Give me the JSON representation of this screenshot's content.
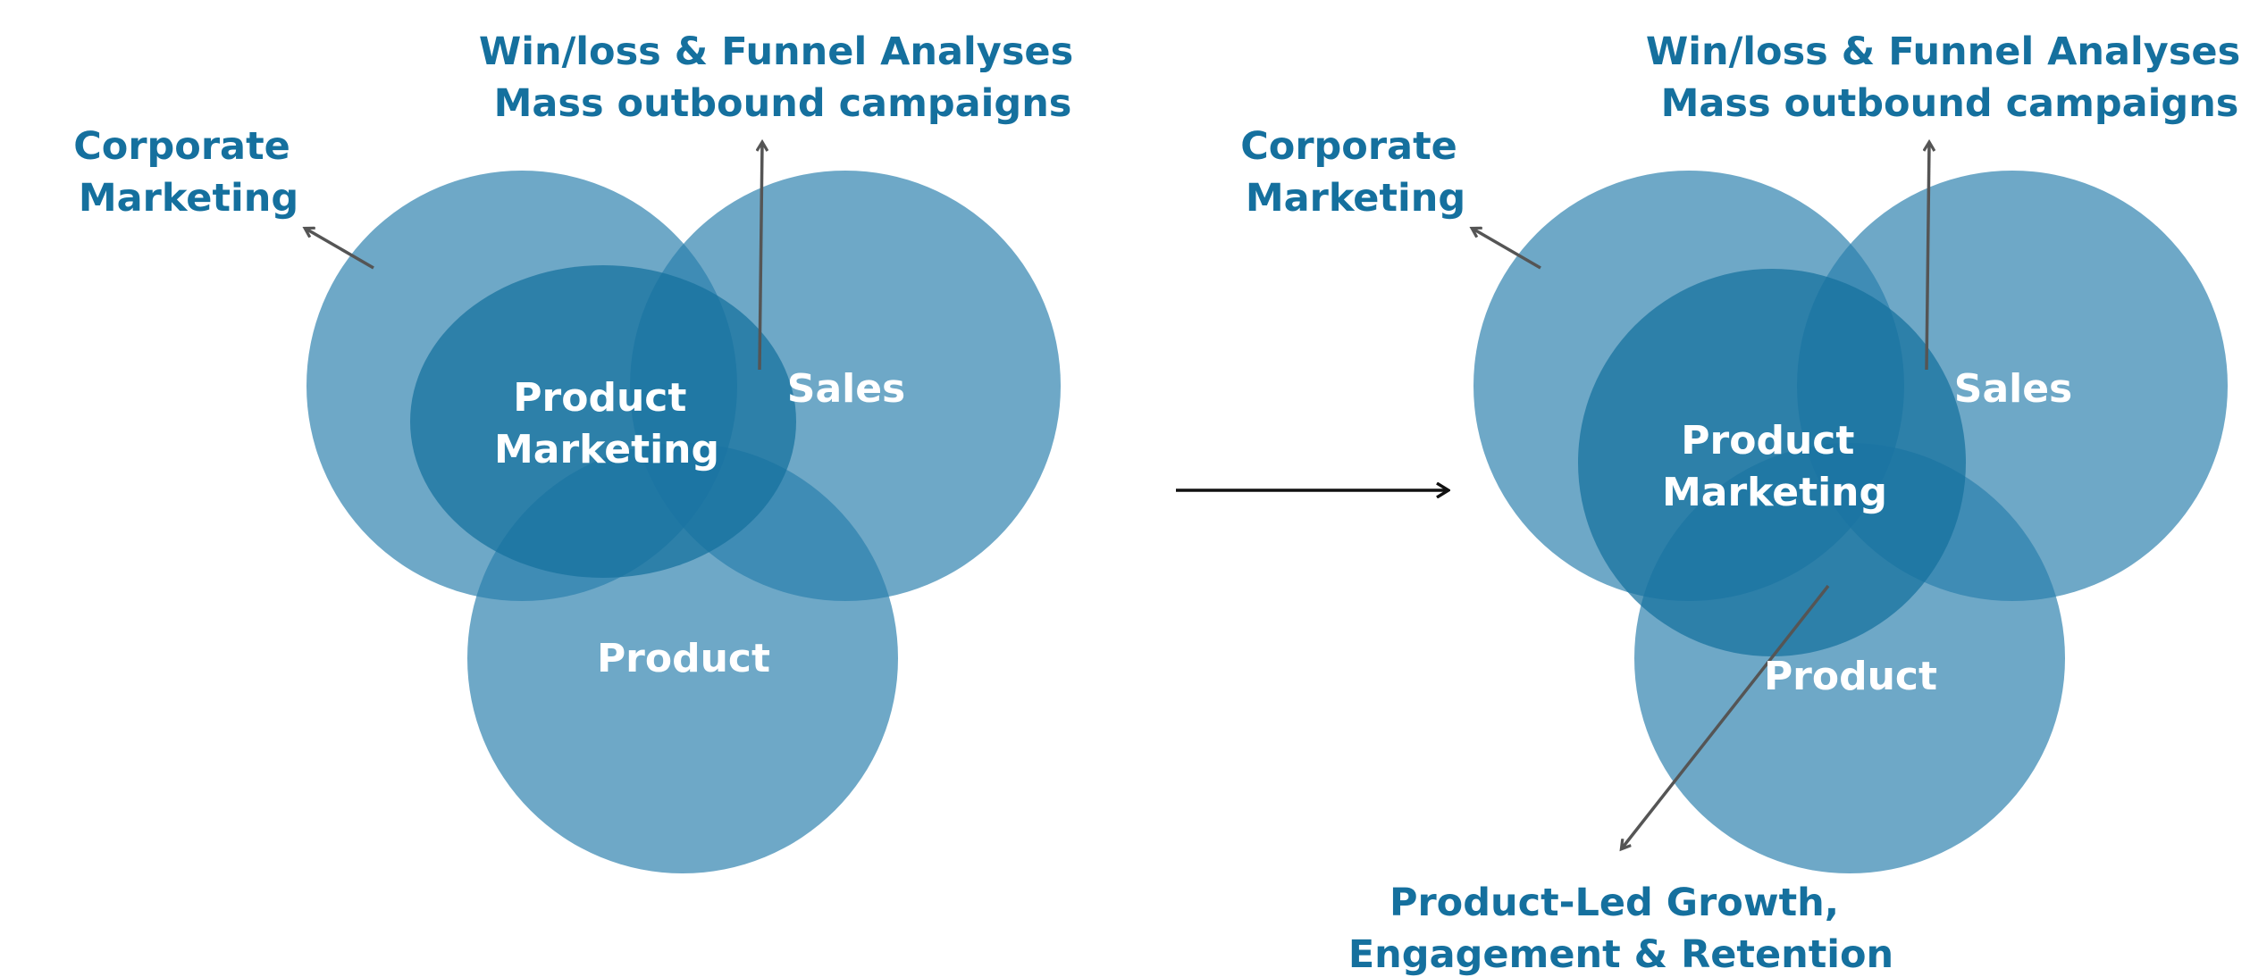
{
  "colors": {
    "circle": "#2a7fac",
    "center": "#15709e",
    "label": "#15709e",
    "leader": "#555555",
    "arrow": "#111111"
  },
  "before": {
    "corporate_marketing": [
      "Corporate",
      "Marketing"
    ],
    "winloss": [
      "Win/loss & Funnel Analyses",
      "Mass outbound campaigns"
    ],
    "product_marketing": [
      "Product",
      "Marketing"
    ],
    "sales": "Sales",
    "product": "Product"
  },
  "after": {
    "corporate_marketing": [
      "Corporate",
      "Marketing"
    ],
    "winloss": [
      "Win/loss & Funnel Analyses",
      "Mass outbound campaigns"
    ],
    "product_marketing": [
      "Product",
      "Marketing"
    ],
    "sales": "Sales",
    "product": "Product",
    "plg": [
      "Product-Led Growth,",
      "Engagement & Retention"
    ]
  }
}
